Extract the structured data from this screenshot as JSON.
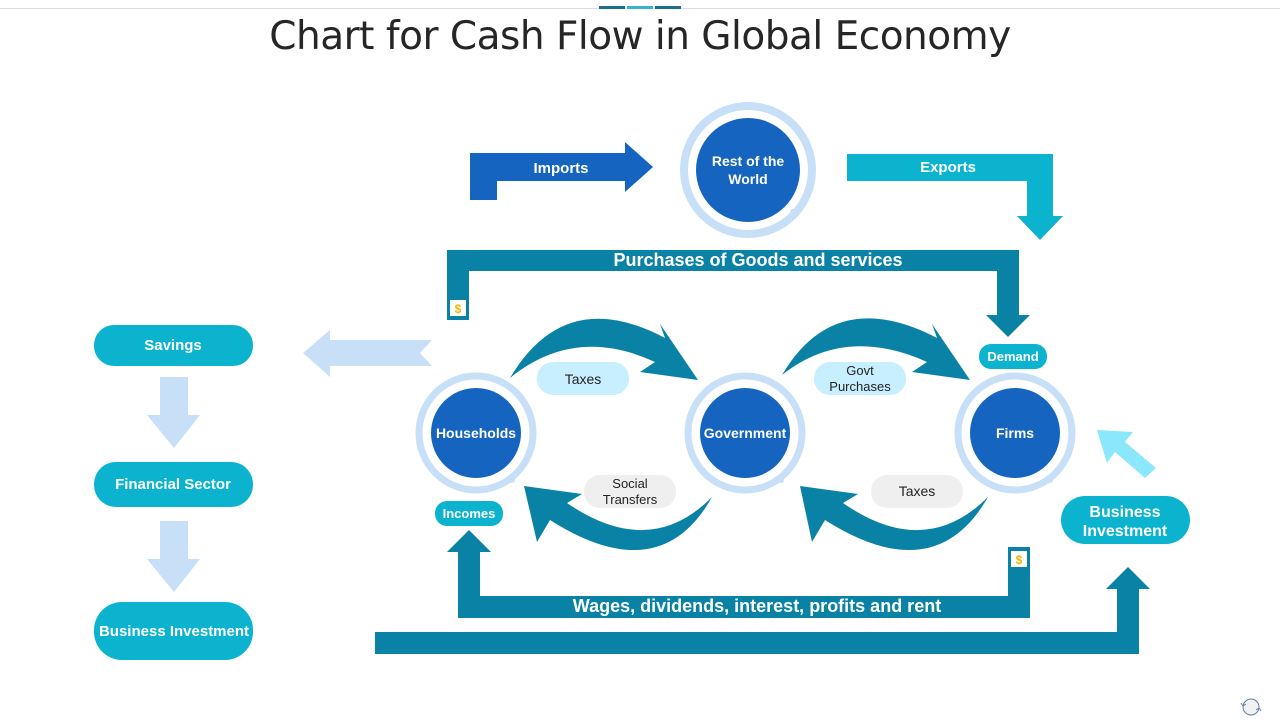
{
  "title": "Chart for Cash Flow in Global Economy",
  "colors": {
    "primary_blue": "#1565c0",
    "teal_dark": "#0a82a6",
    "teal": "#0bb3cf",
    "light_blue": "#c7e0f8",
    "pale_cyan": "#c8efff",
    "sky_arrow": "#8be7fb",
    "gray_pill": "#efefef",
    "dollar_gold": "#f5b400"
  },
  "nodes": {
    "rest_of_world": {
      "line1": "Rest of the",
      "line2": "World"
    },
    "households": "Households",
    "government": "Government",
    "firms": "Firms"
  },
  "flows": {
    "imports": "Imports",
    "exports": "Exports",
    "purchases": "Purchases of Goods and services",
    "wages": "Wages, dividends, interest, profits and rent"
  },
  "pills": {
    "taxes_household": "Taxes",
    "govt_purchases": {
      "line1": "Govt",
      "line2": "Purchases"
    },
    "social_transfers": {
      "line1": "Social",
      "line2": "Transfers"
    },
    "taxes_firms": "Taxes",
    "demand": "Demand",
    "incomes": "Incomes",
    "business_investment_right": {
      "line1": "Business",
      "line2": "Investment"
    }
  },
  "sidebar": {
    "savings": "Savings",
    "financial_sector": "Financial Sector",
    "business_investment": "Business Investment"
  },
  "icons": {
    "dollar": "$"
  }
}
